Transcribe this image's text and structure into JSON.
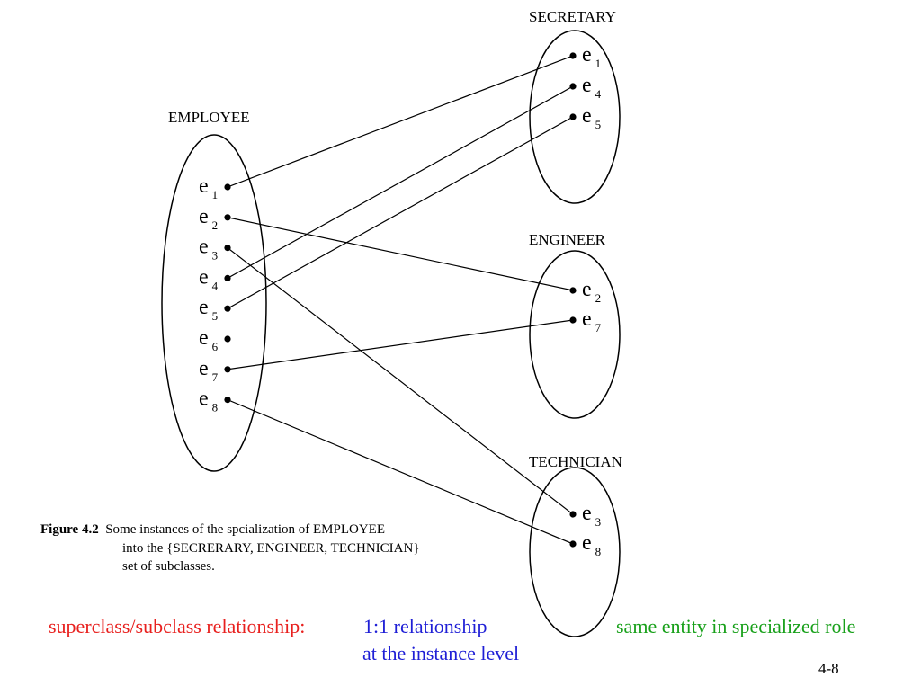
{
  "sets": {
    "employee": {
      "label": "EMPLOYEE",
      "entities": [
        {
          "letter": "e",
          "sub": "1"
        },
        {
          "letter": "e",
          "sub": "2"
        },
        {
          "letter": "e",
          "sub": "3"
        },
        {
          "letter": "e",
          "sub": "4"
        },
        {
          "letter": "e",
          "sub": "5"
        },
        {
          "letter": "e",
          "sub": "6"
        },
        {
          "letter": "e",
          "sub": "7"
        },
        {
          "letter": "e",
          "sub": "8"
        }
      ]
    },
    "secretary": {
      "label": "SECRETARY",
      "entities": [
        {
          "letter": "e",
          "sub": "1"
        },
        {
          "letter": "e",
          "sub": "4"
        },
        {
          "letter": "e",
          "sub": "5"
        }
      ]
    },
    "engineer": {
      "label": "ENGINEER",
      "entities": [
        {
          "letter": "e",
          "sub": "2"
        },
        {
          "letter": "e",
          "sub": "7"
        }
      ]
    },
    "technician": {
      "label": "TECHNICIAN",
      "entities": [
        {
          "letter": "e",
          "sub": "3"
        },
        {
          "letter": "e",
          "sub": "8"
        }
      ]
    }
  },
  "links": [
    {
      "from": "employee.e1",
      "to": "secretary.e1"
    },
    {
      "from": "employee.e4",
      "to": "secretary.e4"
    },
    {
      "from": "employee.e5",
      "to": "secretary.e5"
    },
    {
      "from": "employee.e2",
      "to": "engineer.e2"
    },
    {
      "from": "employee.e7",
      "to": "engineer.e7"
    },
    {
      "from": "employee.e3",
      "to": "technician.e3"
    },
    {
      "from": "employee.e8",
      "to": "technician.e8"
    }
  ],
  "caption": {
    "label": "Figure 4.2",
    "line1": "Some instances of the spcialization of EMPLOYEE",
    "line2": "into the {SECRERARY, ENGINEER, TECHNICIAN}",
    "line3": "set of subclasses."
  },
  "notes": {
    "relationship": "superclass/subclass  relationship:",
    "cardinality_line1": "1:1 relationship",
    "cardinality_line2": "at the instance level",
    "role": "same entity in specialized role"
  },
  "page_number": "4-8",
  "colors": {
    "relationship": "#e8201e",
    "cardinality": "#1f1fd6",
    "role": "#18a01a",
    "ink": "#000000"
  }
}
